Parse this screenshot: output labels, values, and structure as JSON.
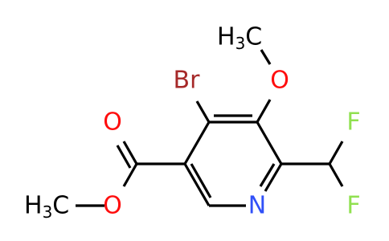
{
  "molecule": {
    "atoms": {
      "br": {
        "text": "Br",
        "color": "#a62929"
      },
      "o_methoxy": {
        "text": "O",
        "color": "#ff0d0d"
      },
      "ch3_methoxy": {
        "text": "H",
        "sub": "3",
        "tail": "C",
        "color": "#000000"
      },
      "f_top": {
        "text": "F",
        "color": "#90e050"
      },
      "f_bottom": {
        "text": "F",
        "color": "#90e050"
      },
      "n_ring": {
        "text": "N",
        "color": "#3050f8"
      },
      "o_carbonyl": {
        "text": "O",
        "color": "#ff0d0d"
      },
      "o_ester": {
        "text": "O",
        "color": "#ff0d0d"
      },
      "ch3_ester": {
        "text": "H",
        "sub": "3",
        "tail": "C",
        "color": "#000000"
      }
    }
  }
}
